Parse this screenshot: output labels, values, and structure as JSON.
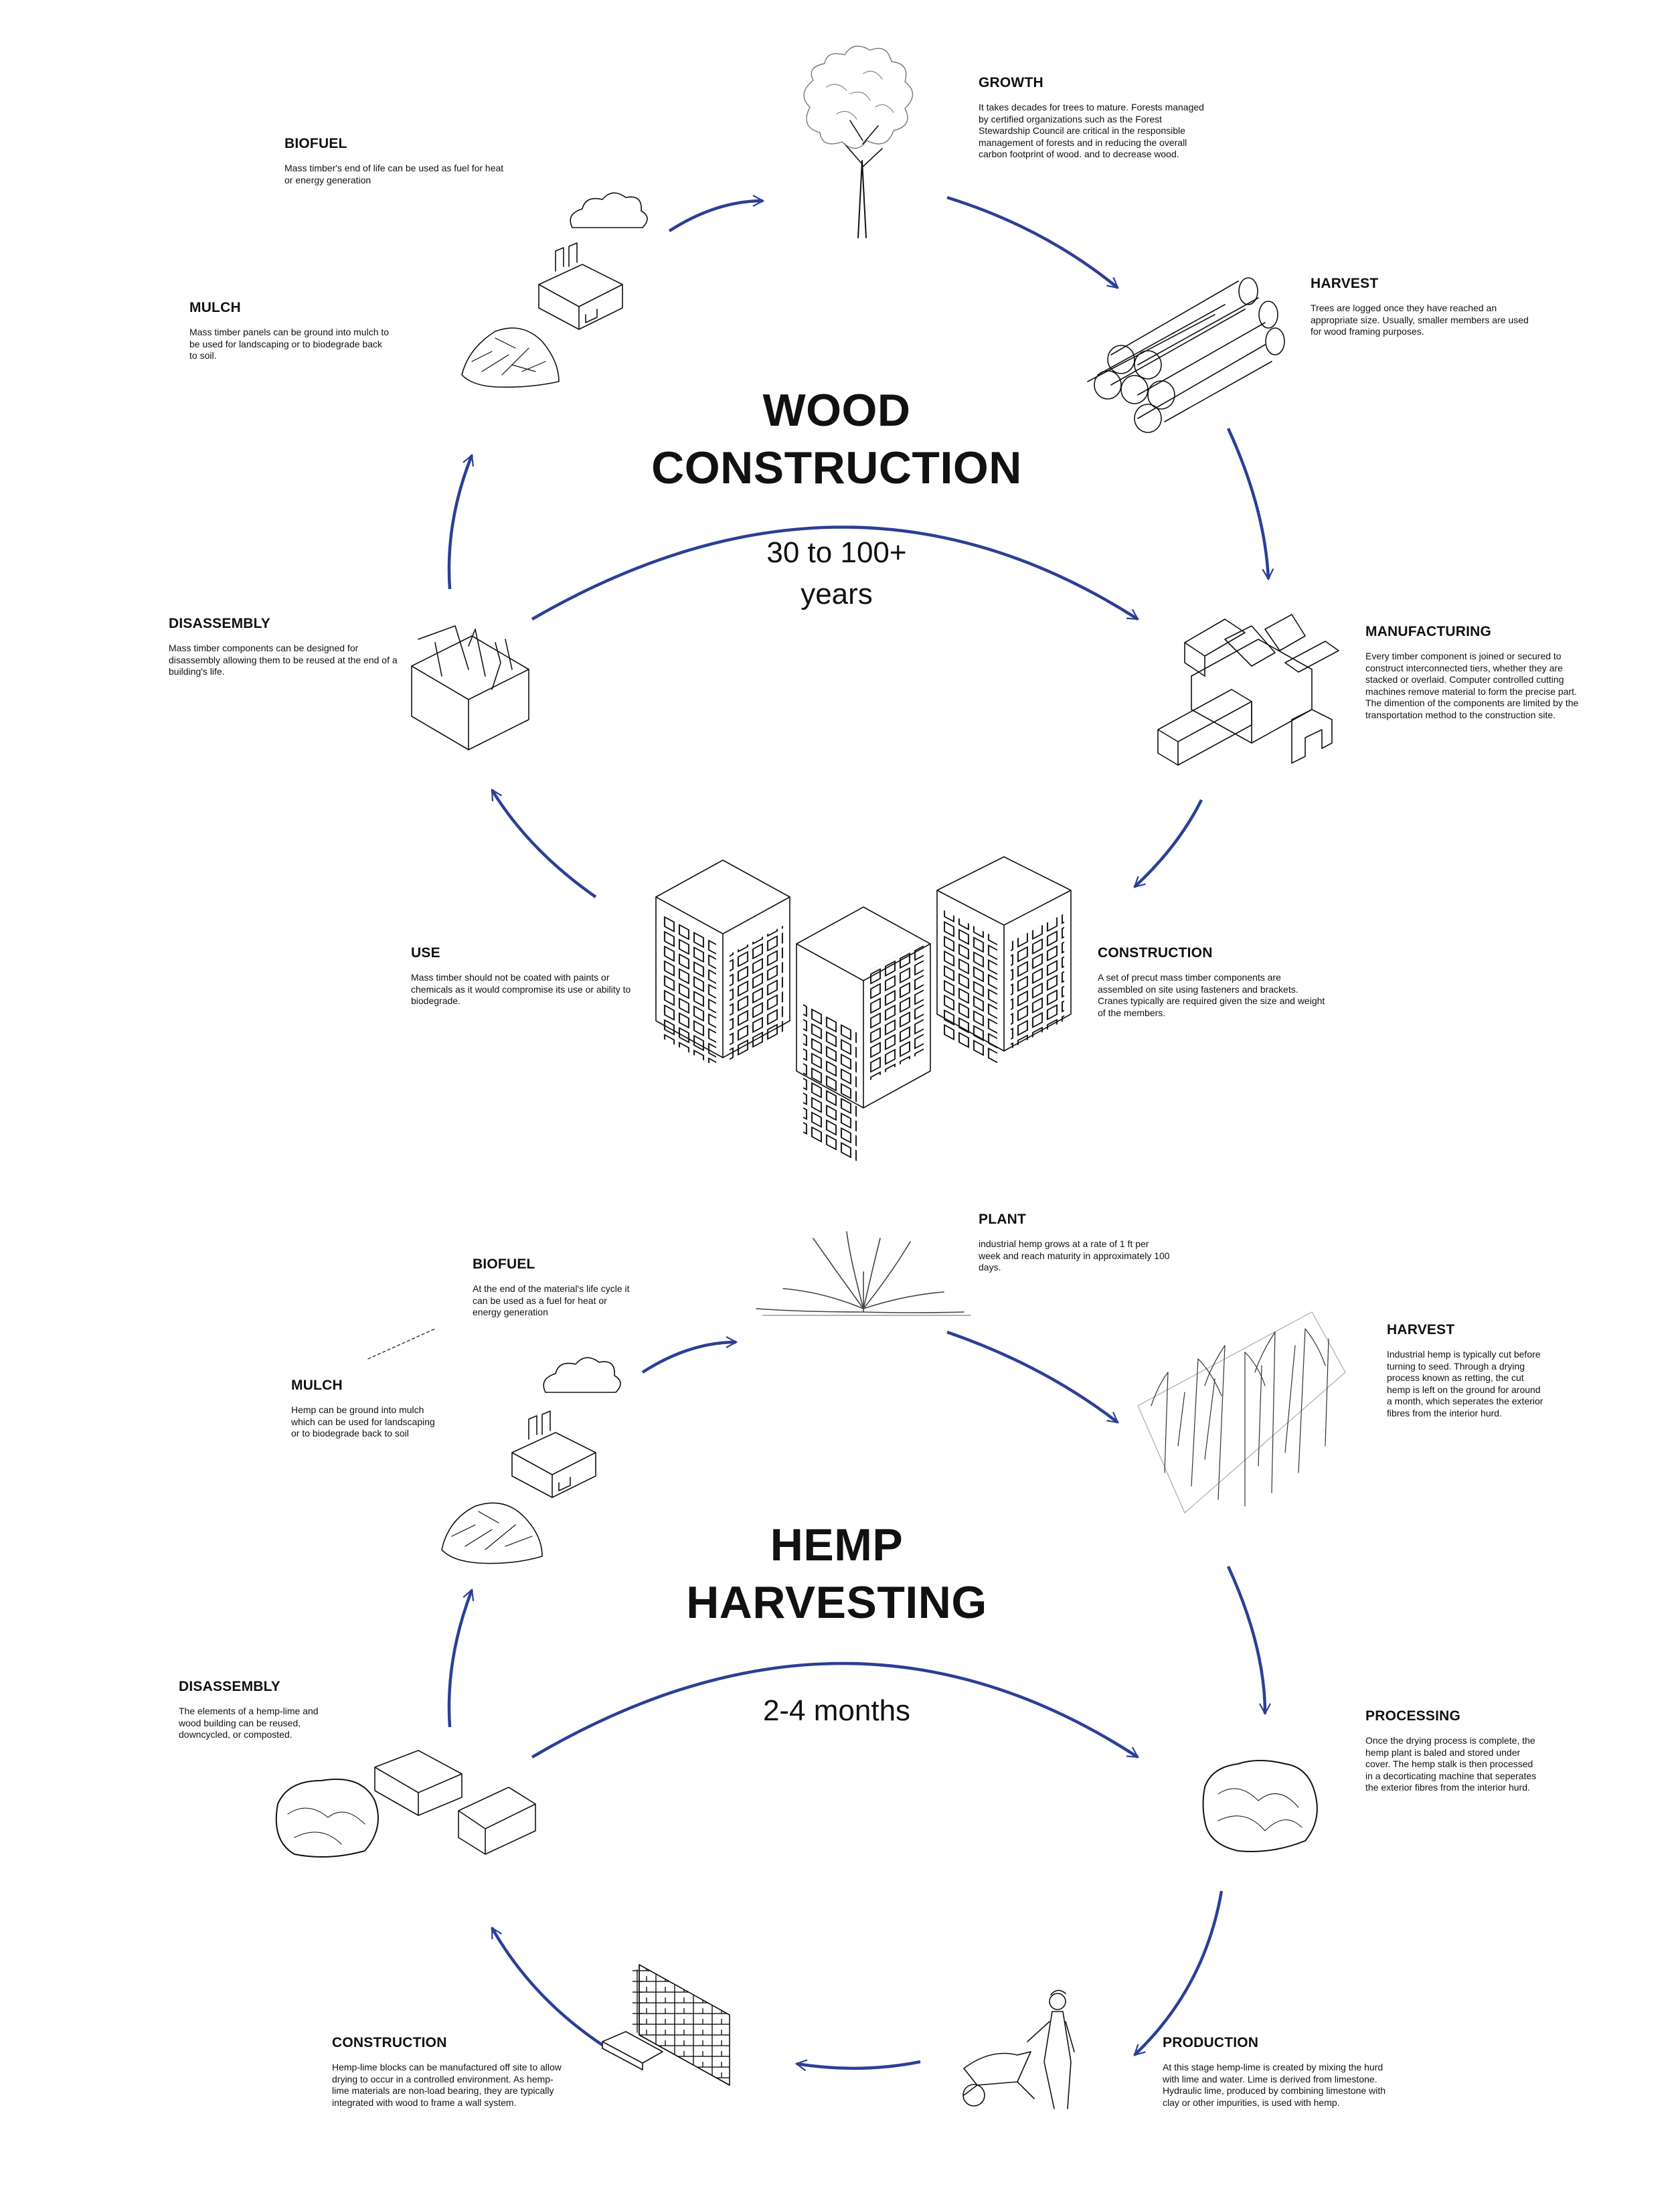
{
  "colors": {
    "arrow": "#2b3f96",
    "ink": "#111111"
  },
  "wood": {
    "title_line1": "WOOD",
    "title_line2": "CONSTRUCTION",
    "duration_line1": "30 to 100+",
    "duration_line2": "years",
    "stages": {
      "growth": {
        "title": "GROWTH",
        "text": "It takes decades for trees to mature. Forests managed by certified organizations such as the Forest Stewardship Council are critical in the responsible management of forests and in reducing the overall carbon footprint of wood.  and to decrease wood."
      },
      "harvest": {
        "title": "HARVEST",
        "text": "Trees are logged once they have reached an appropriate size. Usually, smaller members are used for wood framing purposes."
      },
      "manufacturing": {
        "title": "MANUFACTURING",
        "text": "Every timber component is joined or secured to construct interconnected tiers, whether they are stacked or overlaid. Computer controlled cutting machines remove material to form the precise part. The dimention of the components are limited by the transportation method to the construction site."
      },
      "construction": {
        "title": "CONSTRUCTION",
        "text": "A set of precut mass timber components are assembled on site using fasteners and brackets. Cranes typically are required given the size and weight of the members."
      },
      "use": {
        "title": "USE",
        "text": "Mass timber should not be coated with paints or chemicals as it would compromise its use or ability to biodegrade."
      },
      "disassembly": {
        "title": "DISASSEMBLY",
        "text": "Mass timber components can be designed for disassembly allowing them to be reused at the end of a building's life."
      },
      "mulch": {
        "title": "MULCH",
        "text": "Mass timber panels can be ground into mulch to be used for landscaping or to biodegrade back to soil."
      },
      "biofuel": {
        "title": "BIOFUEL",
        "text": "Mass timber's end of life can be used as fuel for heat or energy generation"
      }
    }
  },
  "hemp": {
    "title_line1": "HEMP",
    "title_line2": "HARVESTING",
    "duration": "2-4 months",
    "stages": {
      "plant": {
        "title": "PLANT",
        "text": "industrial hemp grows at a rate of 1 ft per week and reach maturity in approximately 100 days."
      },
      "harvest": {
        "title": "HARVEST",
        "text": "Industrial hemp is typically cut before turning to seed. Through a drying process known as retting, the cut hemp is left on the ground for around a month, which seperates the exterior fibres from the interior hurd."
      },
      "processing": {
        "title": "PROCESSING",
        "text": "Once the drying process is complete, the hemp plant is baled and stored under cover. The hemp stalk is then processed in a decorticating machine that seperates the exterior fibres from the interior hurd."
      },
      "production": {
        "title": "PRODUCTION",
        "text": "At this stage hemp-lime is created by mixing the hurd with lime and water. Lime is derived from limestone. Hydraulic lime, produced by combining limestone with clay or other impurities, is used with hemp."
      },
      "construction": {
        "title": "CONSTRUCTION",
        "text": "Hemp-lime blocks can be manufactured off site to allow drying to occur in a controlled environment. As hemp-lime materials are non-load bearing, they are typically integrated with wood to frame a wall system."
      },
      "disassembly": {
        "title": "DISASSEMBLY",
        "text": "The elements of a hemp-lime and wood building can be reused, downcycled, or composted."
      },
      "mulch": {
        "title": "MULCH",
        "text": "Hemp can be ground into mulch which can be used for landscaping or to biodegrade back to soil"
      },
      "biofuel": {
        "title": "BIOFUEL",
        "text": "At the end of the material's life cycle it can be used as a fuel for heat or energy generation"
      }
    }
  }
}
